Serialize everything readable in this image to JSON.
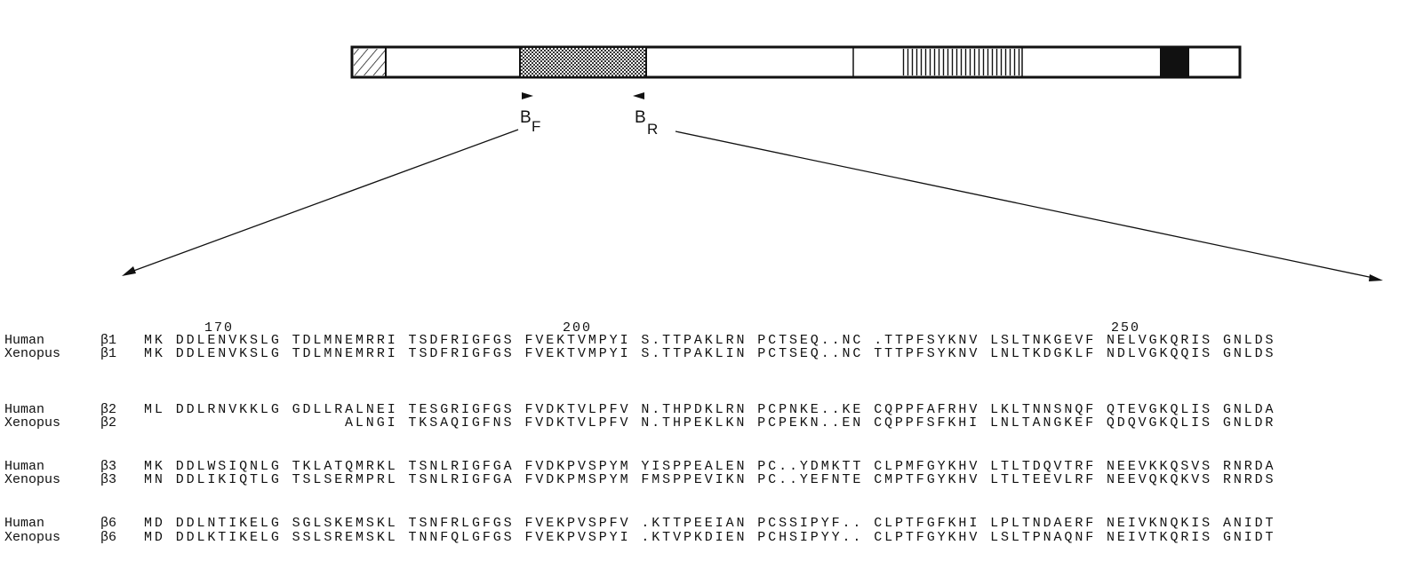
{
  "primers": {
    "forward": "B",
    "forward_sub": "F",
    "reverse": "B",
    "reverse_sub": "R"
  },
  "positions": [
    "170",
    "200",
    "250"
  ],
  "rows": [
    {
      "species": "Human",
      "subunit": "β1",
      "sequence": "MK DDLENVKSLG TDLMNEMRRI TSDFRIGFGS FVEKTVMPYI S.TTPAKLRN PCTSEQ..NC .TTPFSYKNV LSLTNKGEVF NELVGKQRIS GNLDS"
    },
    {
      "species": "Xenopus",
      "subunit": "β1",
      "sequence": "MK DDLENVKSLG TDLMNEMRRI TSDFRIGFGS FVEKTVMPYI S.TTPAKLIN PCTSEQ..NC TTTPFSYKNV LNLTKDGKLF NDLVGKQQIS GNLDS"
    },
    {
      "species": "Human",
      "subunit": "β2",
      "sequence": "ML DDLRNVKKLG GDLLRALNEI TESGRIGFGS FVDKTVLPFV N.THPDKLRN PCPNKE..KE CQPPFAFRHV LKLTNNSNQF QTEVGKQLIS GNLDA"
    },
    {
      "species": "Xenopus",
      "subunit": "β2",
      "sequence": "ALNGI TKSAQIGFNS FVDKTVLPFV N.THPEKLKN PCPEKN..EN CQPPFSFKHI LNLTANGKEF QDQVGKQLIS GNLDR"
    },
    {
      "species": "Human",
      "subunit": "β3",
      "sequence": "MK DDLWSIQNLG TKLATQMRKL TSNLRIGFGA FVDKPVSPYM YISPPEALEN PC..YDMKTT CLPMFGYKHV LTLTDQVTRF NEEVKKQSVS RNRDA"
    },
    {
      "species": "Xenopus",
      "subunit": "β3",
      "sequence": "MN DDLIKIQTLG TSLSERMPRL TSNLRIGFGA FVDKPMSPYM FMSPPEVIKN PC..YEFNTE CMPTFGYKHV LTLTEEVLRF NEEVQKQKVS RNRDS"
    },
    {
      "species": "Human",
      "subunit": "β6",
      "sequence": "MD DDLNTIKELG SGLSKEMSKL TSNFRLGFGS FVEKPVSPFV .KTTPEEIAN PCSSIPYF.. CLPTFGFKHI LPLTNDAERF NEIVKNQKIS ANIDT"
    },
    {
      "species": "Xenopus",
      "subunit": "β6",
      "sequence": "MD DDLKTIKELG SSLSREMSKL TNNFQLGFGS FVEKPVSPYI .KTVPKDIEN PCHSIPYY.. CLPTFGYKHV LSLTPNAQNF NEIVTKQRIS GNIDT"
    }
  ]
}
